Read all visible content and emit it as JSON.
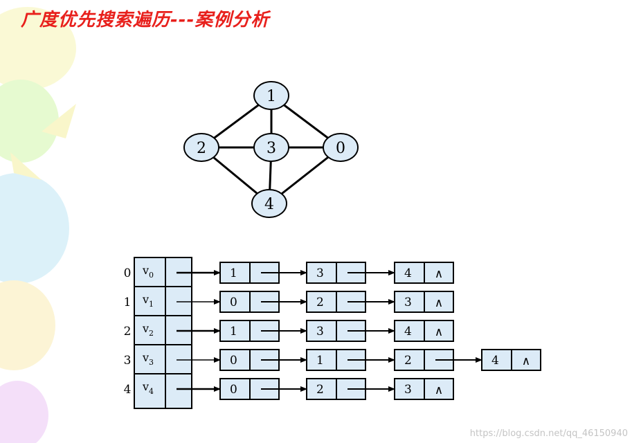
{
  "title": "广度优先搜索遍历---案例分析",
  "watermark": "https://blog.csdn.net/qq_46150940",
  "colors": {
    "title": "#e8201c",
    "node_fill": "#dcebf7",
    "cell_fill": "#dcebf7",
    "stroke": "#000000"
  },
  "graph": {
    "nodes": [
      {
        "label": "1",
        "id": 1
      },
      {
        "label": "2",
        "id": 2
      },
      {
        "label": "3",
        "id": 3
      },
      {
        "label": "0",
        "id": 0
      },
      {
        "label": "4",
        "id": 4
      }
    ],
    "edges": [
      [
        1,
        2
      ],
      [
        1,
        3
      ],
      [
        1,
        0
      ],
      [
        2,
        3
      ],
      [
        3,
        0
      ],
      [
        2,
        4
      ],
      [
        3,
        4
      ],
      [
        0,
        4
      ]
    ]
  },
  "adjacency": {
    "rows": [
      {
        "index": "0",
        "vertex": "v",
        "sub": "0",
        "neighbors": [
          "1",
          "3",
          "4"
        ]
      },
      {
        "index": "1",
        "vertex": "v",
        "sub": "1",
        "neighbors": [
          "0",
          "2",
          "3"
        ]
      },
      {
        "index": "2",
        "vertex": "v",
        "sub": "2",
        "neighbors": [
          "1",
          "3",
          "4"
        ]
      },
      {
        "index": "3",
        "vertex": "v",
        "sub": "3",
        "neighbors": [
          "0",
          "1",
          "2",
          "4"
        ]
      },
      {
        "index": "4",
        "vertex": "v",
        "sub": "4",
        "neighbors": [
          "0",
          "2",
          "3"
        ]
      }
    ],
    "null_symbol": "∧"
  }
}
